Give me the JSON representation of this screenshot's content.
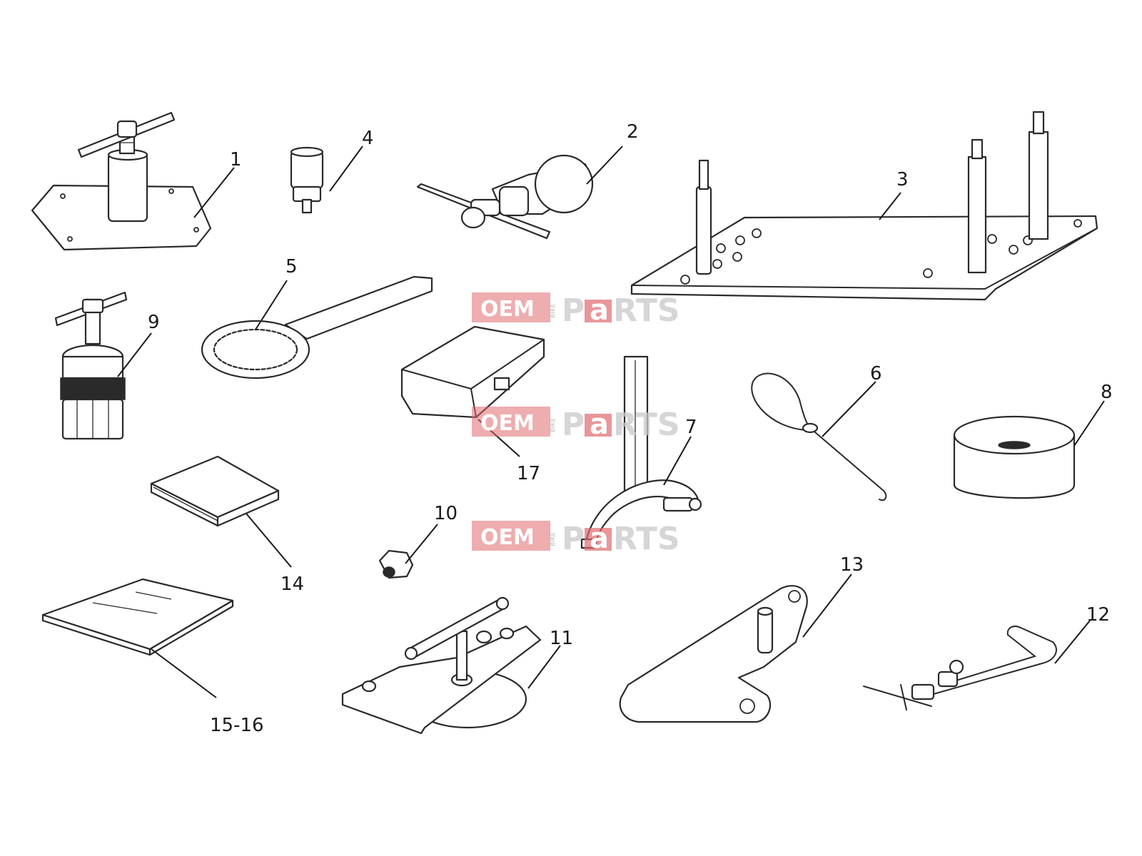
{
  "callouts": {
    "c1": "1",
    "c2": "2",
    "c3": "3",
    "c4": "4",
    "c5": "5",
    "c6": "6",
    "c7": "7",
    "c8": "8",
    "c9": "9",
    "c10": "10",
    "c11": "11",
    "c12": "12",
    "c13": "13",
    "c14": "14",
    "c15_16": "15-16",
    "c17": "17"
  },
  "watermark": {
    "oem": "OEM",
    "bike": "BIKE",
    "parts_p": "P",
    "parts_a": "a",
    "parts_rest": "RTS"
  },
  "colors": {
    "line": "#2a2a2a",
    "watermark_accent": "#e06a6e"
  }
}
